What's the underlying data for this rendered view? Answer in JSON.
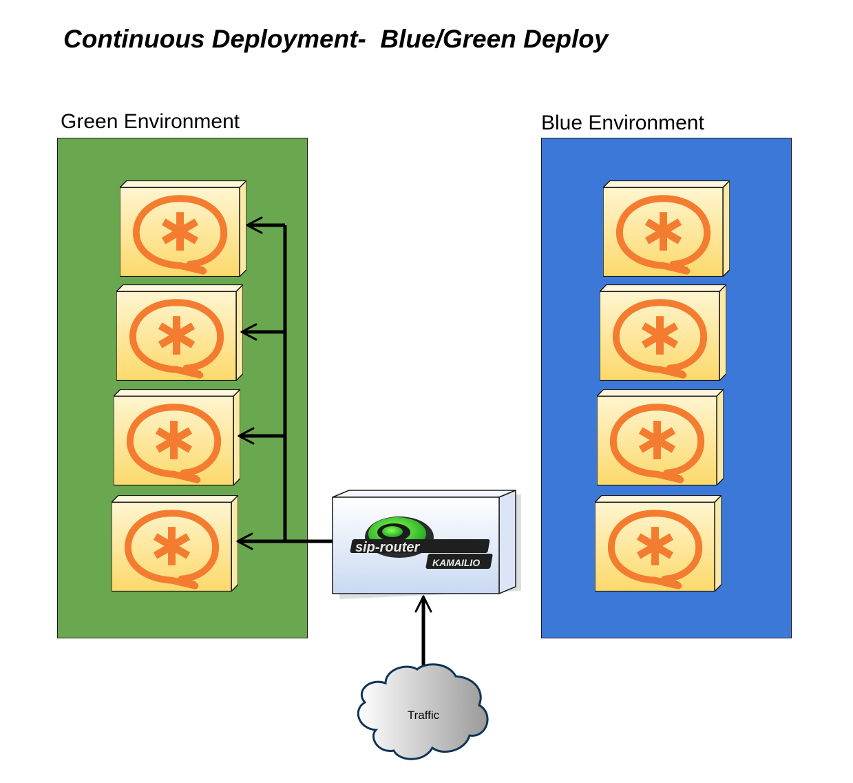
{
  "title": "Continuous Deployment-  Blue/Green Deploy",
  "environments": {
    "green": {
      "label": "Green Environment",
      "color": "#6aa84f",
      "server_count": 4
    },
    "blue": {
      "label": "Blue Environment",
      "color": "#3c78d8",
      "server_count": 4
    }
  },
  "router": {
    "logo_text": "sip-router",
    "logo_subtext": "KAMAILIO",
    "logo_color": "#39d239"
  },
  "cloud": {
    "label": "Traffic"
  },
  "server": {
    "icon": "asterisk-icon",
    "icon_color": "#f47c30",
    "face_color_top": "#fff5d0",
    "face_color_bottom": "#fcd96b"
  }
}
